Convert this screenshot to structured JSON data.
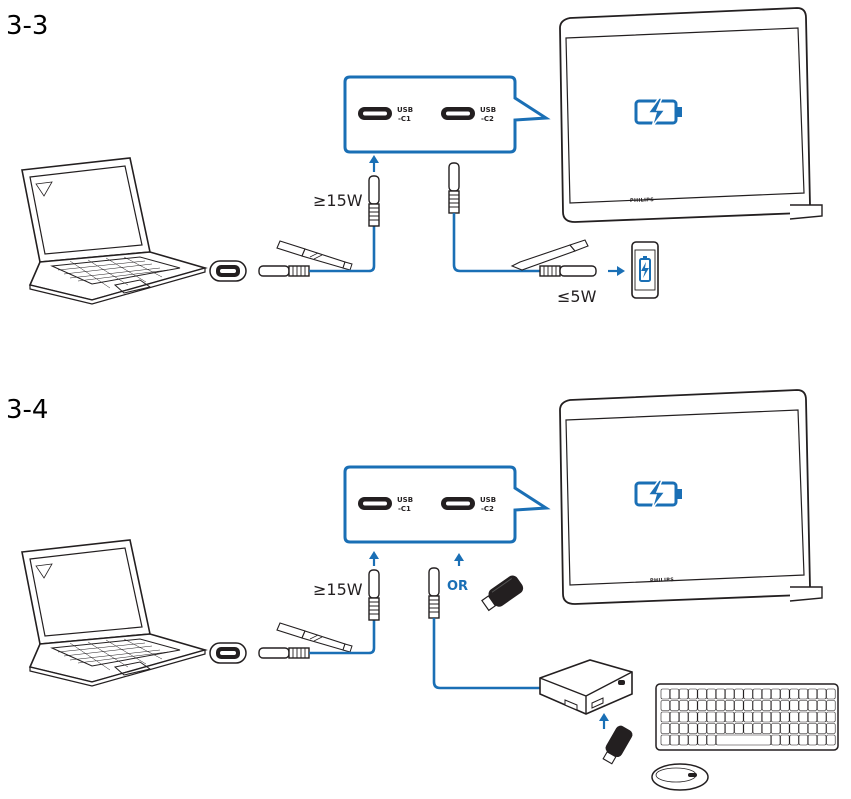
{
  "sections": [
    {
      "label": "3-3",
      "input_power": "≥15W",
      "output_power": "≤5W",
      "ports": [
        {
          "label_top": "USB",
          "label_bottom": "-C1"
        },
        {
          "label_top": "USB",
          "label_bottom": "-C2"
        }
      ],
      "monitor_brand": "PHILIPS"
    },
    {
      "label": "3-4",
      "input_power": "≥15W",
      "or_text": "OR",
      "ports": [
        {
          "label_top": "USB",
          "label_bottom": "-C1"
        },
        {
          "label_top": "USB",
          "label_bottom": "-C2"
        }
      ],
      "monitor_brand": "PHILIPS"
    }
  ],
  "colors": {
    "accent": "#1a6fb5",
    "line": "#231f20",
    "background": "#ffffff"
  },
  "icons": [
    "laptop-icon",
    "monitor-icon",
    "battery-charging-icon",
    "smartphone-icon",
    "usb-flash-drive-icon",
    "usb-hub-icon",
    "keyboard-icon",
    "mouse-icon"
  ]
}
